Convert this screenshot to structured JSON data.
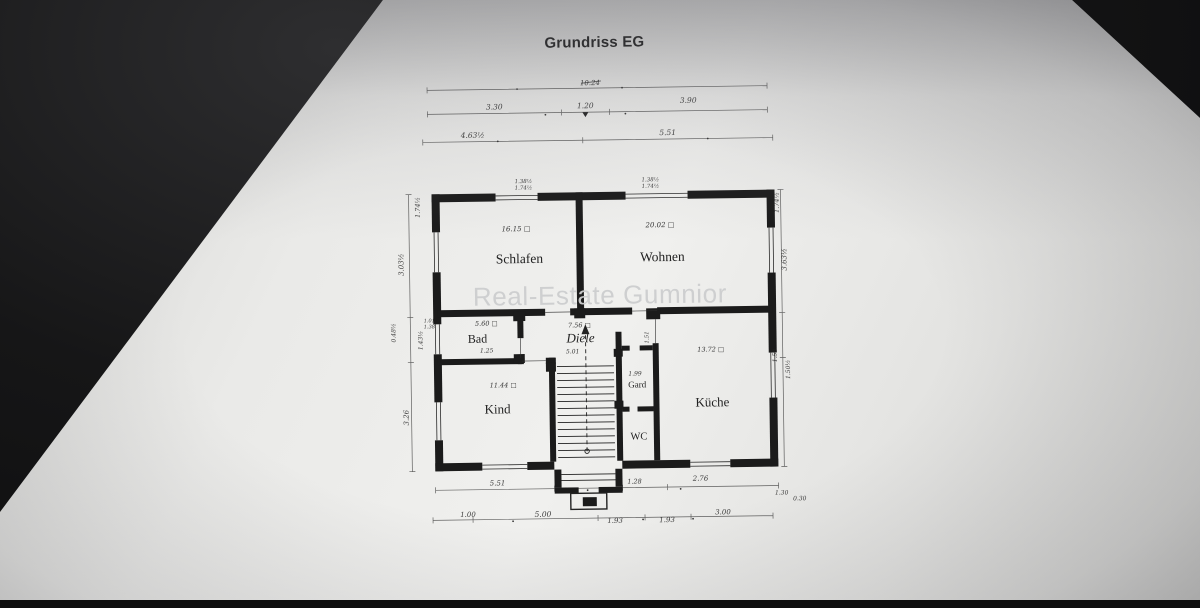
{
  "photo": {
    "background": "#0e0e0e",
    "paper_color": "#ececea",
    "ink_color": "#1b1b1b"
  },
  "title": "Grundriss EG",
  "watermark": "Real-Estate Gumnior",
  "rooms": {
    "schlafen": {
      "name": "Schlafen",
      "area": "16.15 □"
    },
    "wohnen": {
      "name": "Wohnen",
      "area": "20.02 □"
    },
    "bad": {
      "name": "Bad",
      "area": "5.60 □",
      "width": "1.25"
    },
    "diele": {
      "name": "Diele",
      "area": "7.56 □",
      "width": "5.01"
    },
    "kind": {
      "name": "Kind",
      "area": "11.44 □"
    },
    "gard": {
      "name": "Gard",
      "area": "1.99"
    },
    "wc": {
      "name": "WC"
    },
    "kueche": {
      "name": "Küche",
      "area": "13.72 □"
    }
  },
  "dims": {
    "top1": [
      "10.24"
    ],
    "top2": [
      "3.30",
      "1.20",
      "3.90"
    ],
    "top3": [
      "4.63½",
      "5.51"
    ],
    "wall_top_left": [
      "1.38½",
      "1.74½"
    ],
    "wall_top_right": [
      "1.38½",
      "1.74½"
    ],
    "left": [
      "1.74½",
      "3.03½",
      "0.48½",
      "1.43½",
      "3.26"
    ],
    "left_small": [
      "1.01",
      "1.38"
    ],
    "right": [
      "1.74½",
      "3.63½",
      "1.50",
      "1.50½"
    ],
    "right_bottom": [
      "1.30",
      "0.30"
    ],
    "inner": [
      "1.51"
    ],
    "bottom1": [
      "5.51",
      "1.28",
      "2.76"
    ],
    "bottom2": [
      "1.00",
      "5.00",
      "1.93",
      "1.93",
      "3.00"
    ]
  }
}
